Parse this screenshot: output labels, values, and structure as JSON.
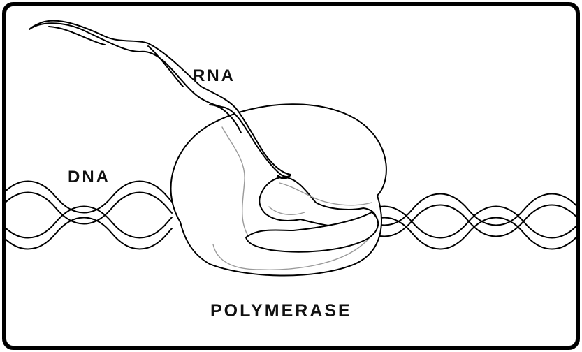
{
  "labels": {
    "rna": "RNA",
    "dna": "DNA",
    "polymerase": "POLYMERASE"
  },
  "colors": {
    "line": "#000000",
    "inner_outline": "#9a9a9a",
    "background": "#ffffff"
  }
}
